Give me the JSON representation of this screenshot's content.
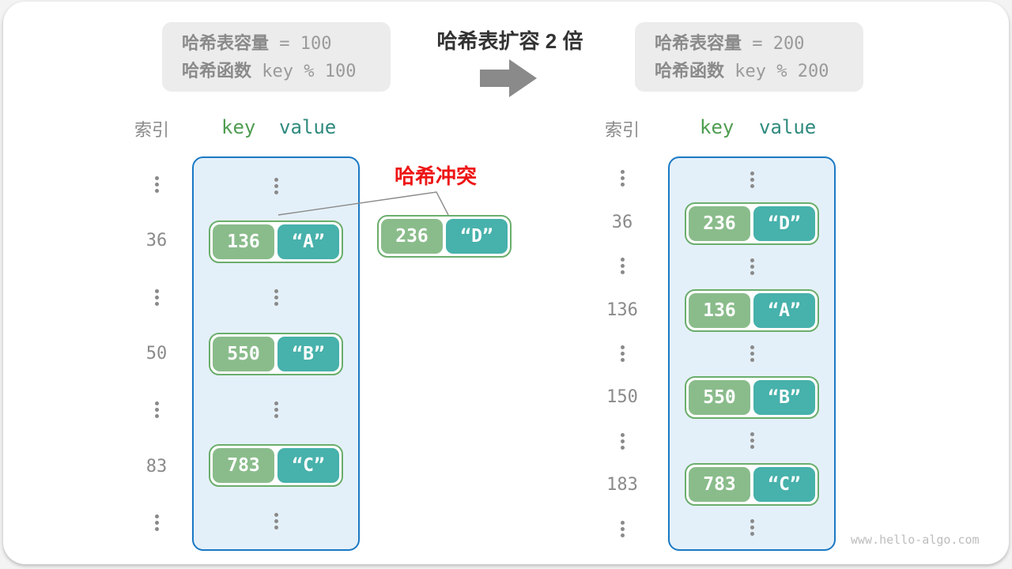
{
  "title": "哈希表扩容 2 倍",
  "info_boxes": {
    "left": {
      "capacity_label": "哈希表容量",
      "capacity_value": " = 100",
      "function_label": "哈希函数",
      "function_value": " key % 100"
    },
    "right": {
      "capacity_label": "哈希表容量",
      "capacity_value": " = 200",
      "function_label": "哈希函数",
      "function_value": " key % 200"
    }
  },
  "headers": {
    "index": "索引",
    "key": "key",
    "value": "value"
  },
  "collision_label": "哈希冲突",
  "collision_pair": {
    "key": "236",
    "value": "“D”"
  },
  "tables": {
    "left": {
      "rows": [
        {
          "type": "dots"
        },
        {
          "type": "pair",
          "index": "36",
          "key": "136",
          "value": "“A”"
        },
        {
          "type": "dots"
        },
        {
          "type": "pair",
          "index": "50",
          "key": "550",
          "value": "“B”"
        },
        {
          "type": "dots"
        },
        {
          "type": "pair",
          "index": "83",
          "key": "783",
          "value": "“C”"
        },
        {
          "type": "dots"
        }
      ]
    },
    "right": {
      "rows": [
        {
          "type": "dots"
        },
        {
          "type": "pair",
          "index": "36",
          "key": "236",
          "value": "“D”"
        },
        {
          "type": "dots"
        },
        {
          "type": "pair",
          "index": "136",
          "key": "136",
          "value": "“A”"
        },
        {
          "type": "dots"
        },
        {
          "type": "pair",
          "index": "150",
          "key": "550",
          "value": "“B”"
        },
        {
          "type": "dots"
        },
        {
          "type": "pair",
          "index": "183",
          "key": "783",
          "value": "“C”"
        },
        {
          "type": "dots"
        }
      ]
    }
  },
  "colors": {
    "key_cell": "#8abc8b",
    "pair_border": "#6aae6c",
    "value_cell": "#47b1ab",
    "bucket_border": "#1a79c4",
    "bucket_fill": "#e4f0f9",
    "collision_red": "#ee1515",
    "key_header": "#4e9d50",
    "value_header": "#2f8a7e"
  },
  "watermark": "www.hello-algo.com"
}
